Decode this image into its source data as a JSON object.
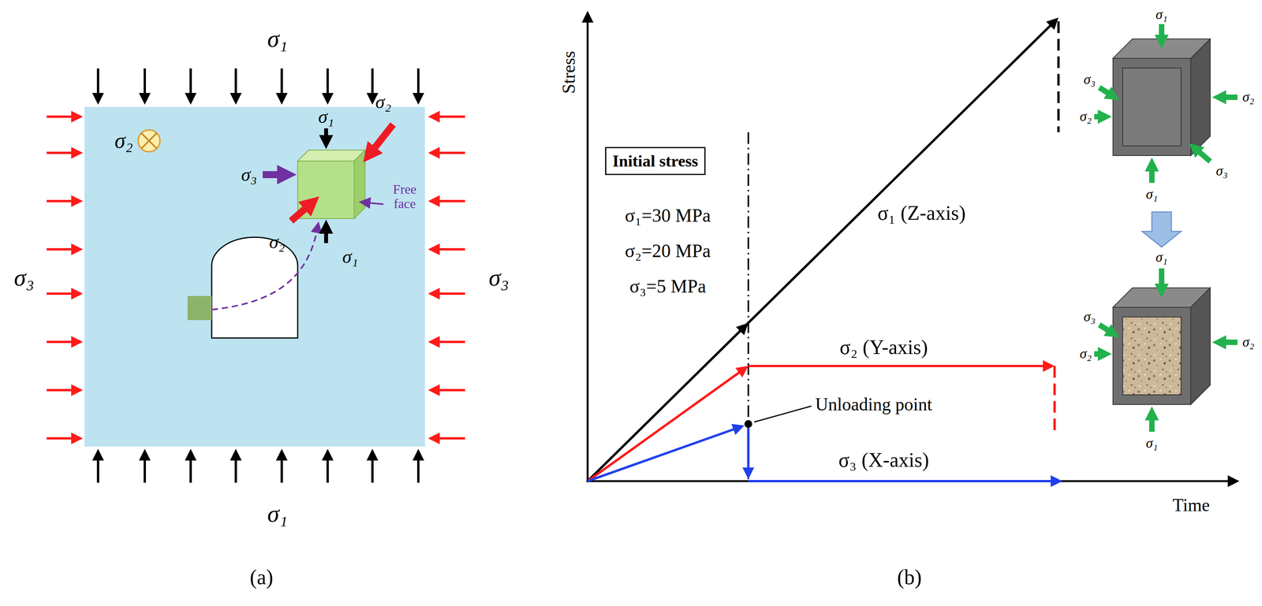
{
  "diagram": {
    "nodes": [
      {
        "text": [
          "Initial stress"
        ]
      }
    ],
    "labels": [
      "σ₁",
      "σ₂",
      "σ₁",
      "σ₂",
      "Free face",
      "σ₃",
      "σ₂",
      "σ₁",
      "σ₃",
      "σ₃",
      "σ₁",
      "(a)",
      "Stress",
      "σ₁=30 MPa",
      "σ₂=20 MPa",
      "σ₃=5 MPa",
      "σ₁ (Z-axis)",
      "σ₂ (Y-axis)",
      "Unloading point",
      "σ₃ (X-axis)",
      "Time",
      "σ₁",
      "σ₃",
      "σ₂",
      "σ₂",
      "σ₃",
      "σ₁",
      "σ₁",
      "σ₃",
      "σ₂",
      "σ₂",
      "σ₁",
      "(b)"
    ]
  }
}
